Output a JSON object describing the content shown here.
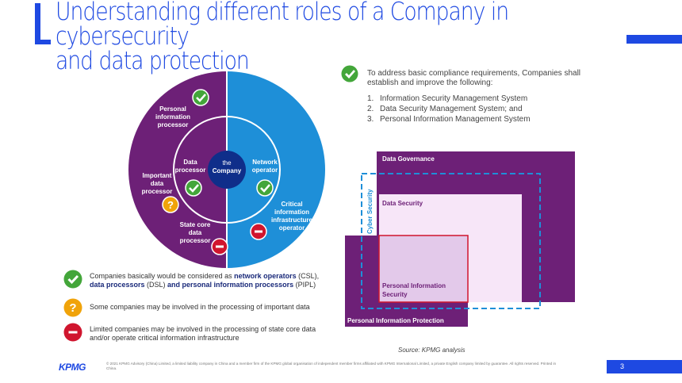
{
  "title": {
    "line1": "Understanding different roles of a Company in cybersecurity",
    "line2": "and data protection"
  },
  "intro": "To address basic compliance requirements, Companies shall establish and improve the following:",
  "systems": [
    {
      "num": "1.",
      "label": "Information Security Management System"
    },
    {
      "num": "2.",
      "label": "Data Security Management System; and"
    },
    {
      "num": "3.",
      "label": "Personal Information Management System"
    }
  ],
  "circle": {
    "center": [
      "the",
      "Company"
    ],
    "outer_left": [
      "Personal",
      "information",
      "processor"
    ],
    "important": [
      "Important",
      "data",
      "processor"
    ],
    "state_core": [
      "State core",
      "data",
      "processor"
    ],
    "data_processor": [
      "Data",
      "processor"
    ],
    "network_operator": [
      "Network",
      "operator"
    ],
    "critical": [
      "Critical",
      "information",
      "infrastructure",
      "operator"
    ]
  },
  "legend": [
    {
      "icon": "check",
      "pre": "Companies basically would be considered as ",
      "b1": "network operators",
      "m1": " (CSL), ",
      "b2": "data processors",
      "m2": " (DSL) ",
      "b3": "and personal information processors",
      "post": " (PIPL)"
    },
    {
      "icon": "question",
      "text": "Some companies may be involved in the processing of important data"
    },
    {
      "icon": "minus",
      "text": "Limited companies may be involved in the processing of state core data and/or operate critical information infrastructure"
    }
  ],
  "boxes": {
    "data_governance": "Data Governance",
    "data_security": "Data Security",
    "cyber_security": "Cyber Security",
    "personal_info_security": [
      "Personal Information",
      "Security"
    ],
    "personal_info_protection": "Personal Information Protection"
  },
  "source": "Source: KPMG analysis",
  "footer": {
    "brand": "KPMG",
    "copyright": "© 2021 KPMG Advisory (China) Limited, a limited liability company in China and a member firm of the KPMG global organisation of independent member firms affiliated with KPMG International Limited, a private English company limited by guarantee. All rights reserved. Printed in China.",
    "page": "3"
  },
  "colors": {
    "brand_blue": "#1e49e2",
    "purple": "#6d2077",
    "light_blue": "#1e8fd8",
    "check_green": "#43a63a",
    "question_orange": "#f0a30a",
    "minus_red": "#d0152e"
  }
}
